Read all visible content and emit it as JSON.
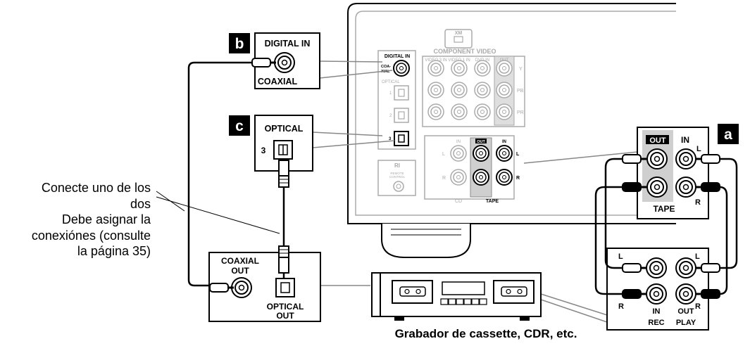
{
  "colors": {
    "line": "#000000",
    "gray": "#aaaaaa",
    "panel_fill": "#f6f6f6",
    "highlight": "#cfcfcf",
    "badge": "#000000"
  },
  "badges": {
    "a": "a",
    "b": "b",
    "c": "c"
  },
  "note": {
    "line1": "Conecte uno de los",
    "line2": "dos",
    "line3": "Debe asignar la",
    "line4": "conexiónes (consulte",
    "line5": "la página 35)"
  },
  "caption": "Grabador de cassette, CDR, etc.",
  "receiver_callouts": {
    "digital_in_box": "DIGITAL IN",
    "coaxial_box": "COAXIAL",
    "optical_box": "OPTICAL",
    "optical_num": "3"
  },
  "receiver_panel": {
    "xm": "XM",
    "component_video": "COMPONENT VIDEO",
    "video3_in": "VIDEO 3 IN",
    "video1_in": "VIDEO 1 IN",
    "dvd_in": "DVD IN",
    "out": "OUT",
    "y": "Y",
    "pb": "PB",
    "pr": "PR",
    "digital_in": "DIGITAL IN",
    "coaxial": "COA-",
    "coaxial2": "XIAL",
    "optical": "OPTICAL",
    "opt1": "1",
    "opt2": "2",
    "opt3": "3",
    "ri": "RI",
    "remote": "REMOTE",
    "control": "CONTROL",
    "cd": "CD",
    "tape": "TAPE",
    "tape_in": "IN",
    "tape_out": "OUT",
    "cd_in": "IN",
    "l": "L",
    "r": "R"
  },
  "tape_callout": {
    "out": "OUT",
    "in": "IN",
    "l": "L",
    "r": "R",
    "label": "TAPE"
  },
  "recorder_callout": {
    "coaxial_out_1": "COAXIAL",
    "coaxial_out_2": "OUT",
    "optical_out_1": "OPTICAL",
    "optical_out_2": "OUT"
  },
  "rec_play_callout": {
    "l": "L",
    "r": "R",
    "in": "IN",
    "out": "OUT",
    "rec": "REC",
    "play": "PLAY"
  }
}
